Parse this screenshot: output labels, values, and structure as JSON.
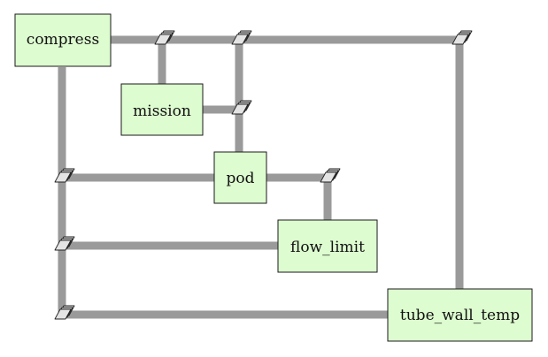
{
  "diagram": {
    "nodes": [
      {
        "id": "compress",
        "label": "compress"
      },
      {
        "id": "mission",
        "label": "mission"
      },
      {
        "id": "pod",
        "label": "pod"
      },
      {
        "id": "flow_limit",
        "label": "flow_limit"
      },
      {
        "id": "tube_wall_temp",
        "label": "tube_wall_temp"
      }
    ],
    "colors": {
      "node_fill": "#ddfcd0",
      "node_border": "#1a1a1a",
      "connector": "#9a9a9a",
      "port_fill": "#e4e4e4"
    }
  }
}
